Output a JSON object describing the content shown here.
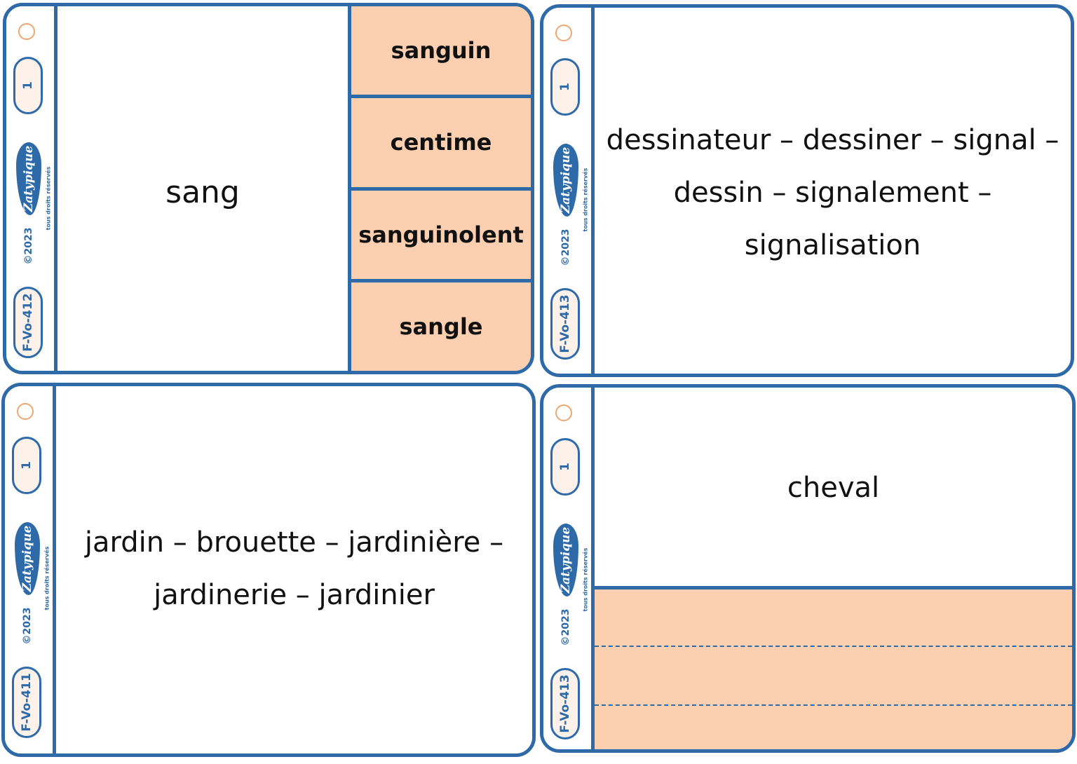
{
  "cards": [
    {
      "number": "1",
      "code": "F-Vo-412",
      "brand": "Zatypique",
      "copyright": "©2023",
      "rights": "tous droits réservés",
      "word": "sang",
      "options": [
        "sanguin",
        "centime",
        "sanguinolent",
        "sangle"
      ]
    },
    {
      "number": "1",
      "code": "F-Vo-413",
      "brand": "Zatypique",
      "copyright": "©2023",
      "rights": "tous droits réservés",
      "lines": [
        "dessinateur – dessiner – signal –",
        "dessin – signalement –",
        "signalisation"
      ]
    },
    {
      "number": "1",
      "code": "F-Vo-411",
      "brand": "Zatypique",
      "copyright": "©2023",
      "rights": "tous droits réservés",
      "lines": [
        "jardin – brouette – jardinière –",
        "jardinerie – jardinier"
      ]
    },
    {
      "number": "1",
      "code": "F-Vo-413",
      "brand": "Zatypique",
      "copyright": "©2023",
      "rights": "tous droits réservés",
      "word": "cheval"
    }
  ],
  "colors": {
    "border": "#2e6aa8",
    "fill": "#fbcfb0",
    "hole": "#f0a672"
  }
}
